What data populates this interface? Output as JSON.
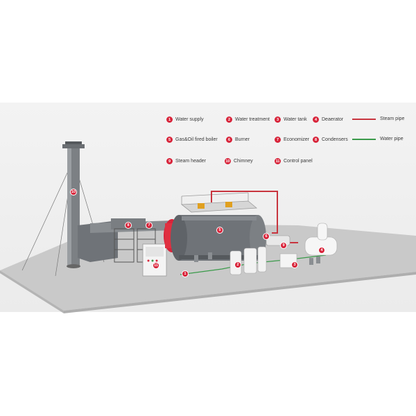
{
  "legend": [
    {
      "num": "1",
      "label": "Water supply"
    },
    {
      "num": "2",
      "label": "Water treatment"
    },
    {
      "num": "3",
      "label": "Water tank"
    },
    {
      "num": "4",
      "label": "Deaerator"
    },
    {
      "num": "5",
      "label": "Gas&Oil fired boiler"
    },
    {
      "num": "6",
      "label": "Burner"
    },
    {
      "num": "7",
      "label": "Economizer"
    },
    {
      "num": "8",
      "label": "Condensers"
    },
    {
      "num": "9",
      "label": "Steam header"
    },
    {
      "num": "10",
      "label": "Chimney"
    },
    {
      "num": "11",
      "label": "Control panel"
    }
  ],
  "pipes": {
    "steam": {
      "label": "Steam pipe",
      "color": "#c8343e"
    },
    "water": {
      "label": "Water pipe",
      "color": "#3a9a4a"
    }
  },
  "markers": [
    "10",
    "8",
    "7",
    "5",
    "6",
    "9",
    "4",
    "11",
    "1",
    "2",
    "3"
  ],
  "colors": {
    "accent": "#d8243a",
    "boiler_body": "#6f7378",
    "floor": "#c9c9c9"
  }
}
